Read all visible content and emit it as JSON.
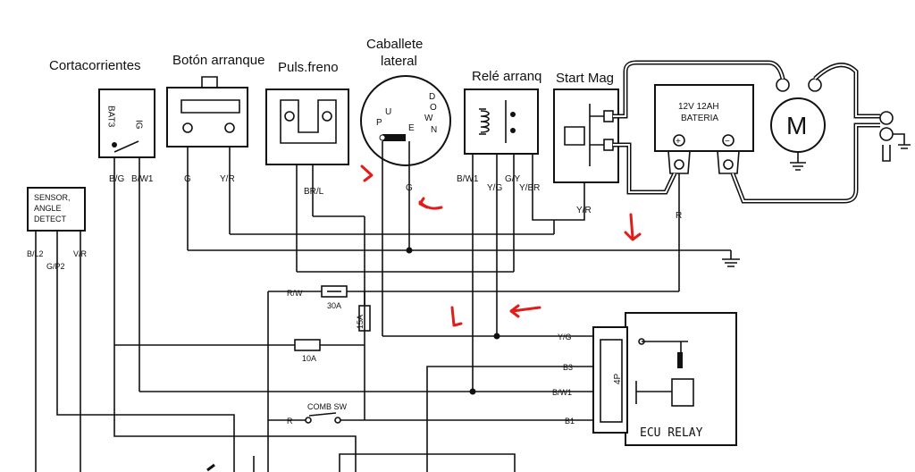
{
  "components": {
    "cortacorrientes": {
      "title": "Cortacorrientes",
      "bat": "BAT3",
      "ig": "IG",
      "pin_left": "B/G",
      "pin_right": "B/W1"
    },
    "boton_arranque": {
      "title": "Botón arranque",
      "pin_left": "G",
      "pin_right": "Y/R"
    },
    "puls_freno": {
      "title": "Puls.freno",
      "pin": "BR/L"
    },
    "caballete": {
      "title_line1": "Caballete",
      "title_line2": "lateral",
      "p": "P",
      "u": "U",
      "e": "E",
      "down": [
        "D",
        "O",
        "W",
        "N"
      ],
      "pin": "G"
    },
    "rele_arranq": {
      "title": "Relé arranq",
      "pin1": "B/W1",
      "pin2": "Y/G",
      "pin3": "G/Y",
      "pin4": "Y/BR"
    },
    "start_mag": {
      "title": "Start Mag",
      "pin": "Y/R"
    },
    "bateria": {
      "line1": "12V 12AH",
      "line2": "BATERIA",
      "plus": "+",
      "minus": "−",
      "pin": "R"
    },
    "motor": {
      "label": "M"
    },
    "sensor": {
      "line1": "SENSOR,",
      "line2": "ANGLE",
      "line3": "DETECT",
      "pin1": "B/L2",
      "pin2": "G/P2",
      "pin3": "V/R"
    },
    "fuses": {
      "f30": "30A",
      "f10": "10A",
      "f15": "15A",
      "rw": "R/W"
    },
    "comb": {
      "label": "COMB SW",
      "r": "R"
    },
    "ecu": {
      "label": "ECU RELAY",
      "p4": "4P",
      "yg": "Y/G",
      "b3": "B3",
      "bw1": "B/W1",
      "b1": "B1"
    }
  }
}
